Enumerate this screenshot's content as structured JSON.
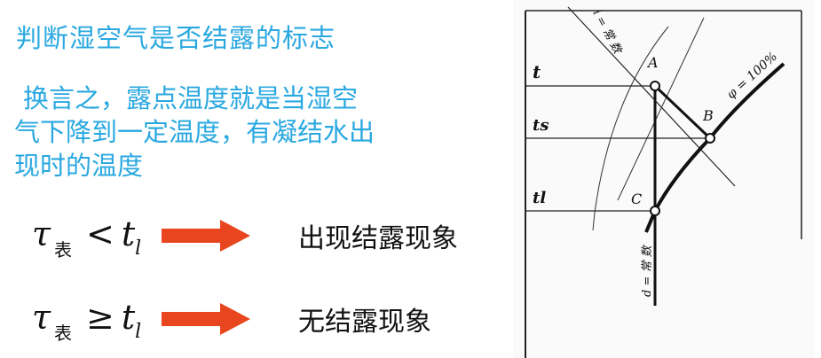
{
  "title": "判断湿空气是否结露的标志",
  "explanation": {
    "lines": [
      "换言之，露点温度就是当湿空",
      "气下降到一定温度，有凝结水出",
      "现时的温度"
    ]
  },
  "conditions": [
    {
      "symbol": "τ",
      "subscript": "表",
      "operator": "<",
      "rhs_symbol": "t",
      "rhs_subscript": "l",
      "result": "出现结露现象"
    },
    {
      "symbol": "τ",
      "subscript": "表",
      "operator": "≥",
      "rhs_symbol": "t",
      "rhs_subscript": "l",
      "result": "无结露现象"
    }
  ],
  "diagram": {
    "labels": {
      "t": "t",
      "ts": "ts",
      "tl": "tl",
      "A": "A",
      "B": "B",
      "C": "C",
      "const_i": "i = 常 数",
      "const_d": "d = 常 数",
      "phi": "φ = 100%"
    }
  },
  "colors": {
    "accent_text": "#2aa8e0",
    "arrow": "#e8461e"
  }
}
